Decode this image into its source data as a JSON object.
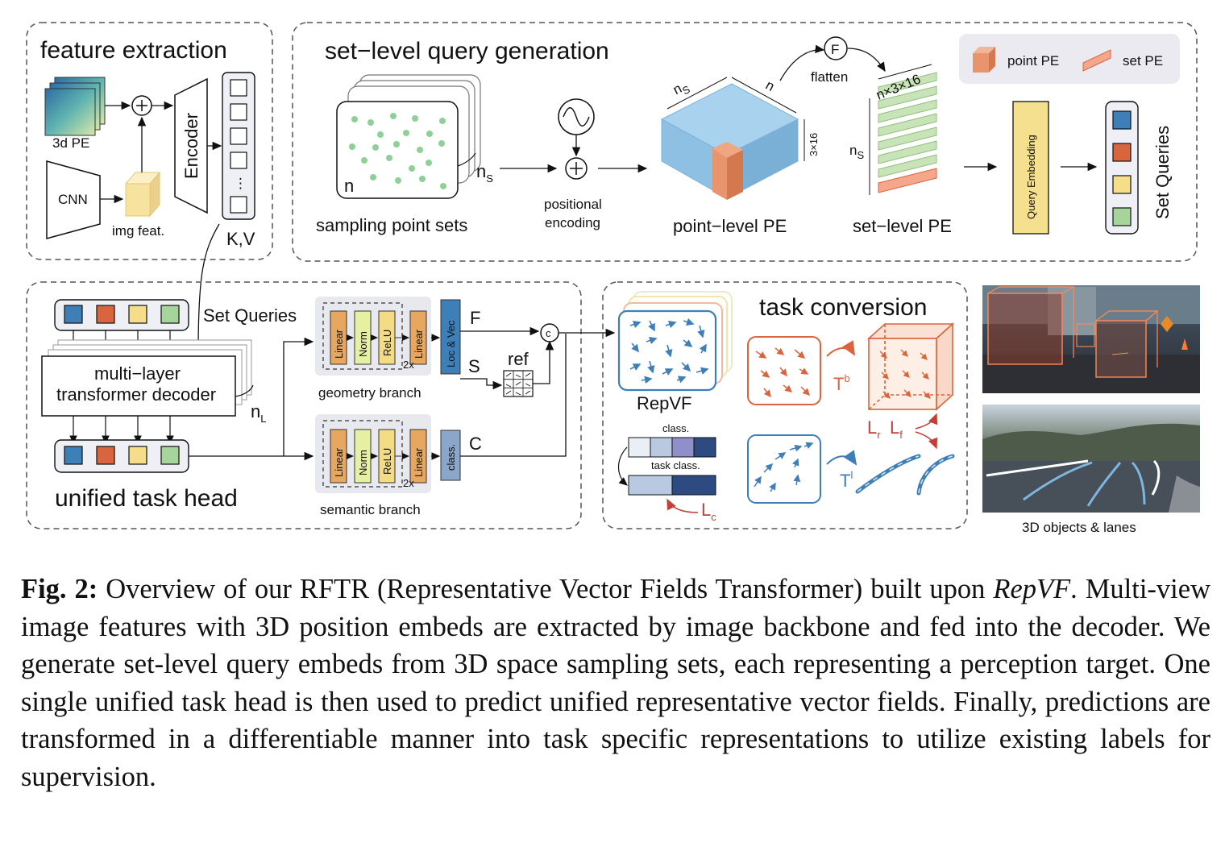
{
  "diagram": {
    "panels": {
      "feature_extraction": "feature extraction",
      "set_level_query_generation": "set−level query generation",
      "unified_task_head": "unified task head",
      "task_conversion": "task conversion"
    },
    "feature_extraction": {
      "pe_label": "3d PE",
      "cnn_label": "CNN",
      "img_feat_label": "img feat.",
      "encoder_label": "Encoder",
      "kv_label": "K,V",
      "ellipsis": "⋮"
    },
    "query_generation": {
      "sampling_n": "n",
      "sampling_ns": "n",
      "sampling_ns_sub": "S",
      "sampling_label": "sampling point sets",
      "positional_encoding_line1": "positional",
      "positional_encoding_line2": "encoding",
      "cube_ns": "n",
      "cube_ns_sub": "S",
      "cube_n": "n",
      "cube_depth": "3×16",
      "point_level_label": "point−level PE",
      "flatten_symbol": "F",
      "flatten_label": "flatten",
      "set_pe_top": "n×3×16",
      "set_pe_side": "n",
      "set_pe_side_sub": "S",
      "set_level_label": "set−level PE",
      "legend_point_pe": "point PE",
      "legend_set_pe": "set PE",
      "query_embedding_label": "Query Embedding",
      "set_queries_label": "Set Queries"
    },
    "task_head": {
      "set_queries_label": "Set Queries",
      "decoder_line1": "multi−layer",
      "decoder_line2": "transformer decoder",
      "decoder_nl": "n",
      "decoder_nl_sub": "L",
      "blocks": [
        "Linear",
        "Norm",
        "ReLU",
        "Linear"
      ],
      "repeat_label": "2x",
      "geometry_branch_label": "geometry branch",
      "semantic_branch_label": "semantic branch",
      "loc_vec_label": "Loc & Vec",
      "class_label": "class.",
      "output_f": "F",
      "output_s": "S",
      "output_c": "C",
      "ref_label": "ref",
      "concat_symbol": "c"
    },
    "task_conversion": {
      "repvf_label": "RepVF",
      "class_label": "class.",
      "task_class_label": "task class.",
      "loss_c": "L",
      "loss_c_sub": "c",
      "transform_b": "T",
      "transform_b_sup": "b",
      "transform_l": "T",
      "transform_l_sup": "l",
      "loss_r": "L",
      "loss_r_sub": "r",
      "loss_f": "L",
      "loss_f_sub": "f"
    },
    "results_label": "3D objects & lanes",
    "colors": {
      "query_blue": "#3f7fb8",
      "query_orange": "#d9653f",
      "query_yellow": "#f5dd8a",
      "query_green": "#a6d49b",
      "linear_block": "#e8a760",
      "norm_block": "#e6f0a3",
      "relu_block": "#f3dc84",
      "loc_vec_block": "#3f7fb8",
      "class_block": "#8aa6c9",
      "accent_red": "#c0403a",
      "cube_blue": "#8ec0e4",
      "cube_orange": "#e89068"
    }
  },
  "caption": {
    "fig_label": "Fig. 2:",
    "text_1": " Overview of our RFTR (Representative Vector Fields Transformer) built upon ",
    "italic": "RepVF",
    "text_2": ". Multi-view image features with 3D position embeds are extracted by image backbone and fed into the decoder. We generate set-level query embeds from 3D space sampling sets, each representing a perception target. One single unified task head is then used to predict unified representative vector fields. Finally, predictions are transformed in a differentiable manner into task specific representations to utilize existing labels for supervision."
  }
}
